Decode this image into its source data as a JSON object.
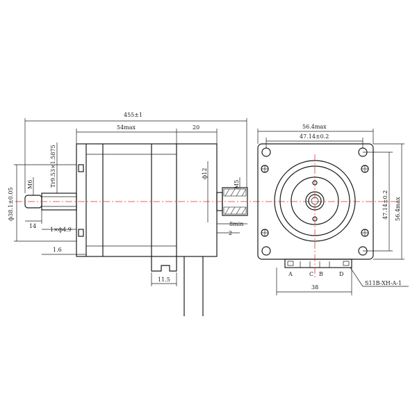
{
  "dimensions": {
    "overall_length": "455±1",
    "body_length": "54max",
    "shaft_length": "20",
    "pilot_diameter": "ф38.1±0.05",
    "thread_size": "M6",
    "lead_screw": "Tr9.53×1.5875",
    "thread_length": "14",
    "flat_diameter": "1×ф4.9",
    "flange_thickness": "1.6",
    "cable_offset": "11.5",
    "rear_shaft_diameter": "ф12",
    "rear_thread": "M5",
    "rear_offset": "2",
    "min_depth": "8min",
    "front_width": "56.4max",
    "hole_spacing_h": "47.14±0.2",
    "hole_spacing_v": "47.14±0.2",
    "front_height": "56.4max",
    "connector_width": "38",
    "connector_part": "S11B-XH-A-1"
  },
  "pins": [
    "A",
    "C",
    "B",
    "D"
  ],
  "colors": {
    "line": "#1a1a1a",
    "centerline": "#e03030"
  }
}
